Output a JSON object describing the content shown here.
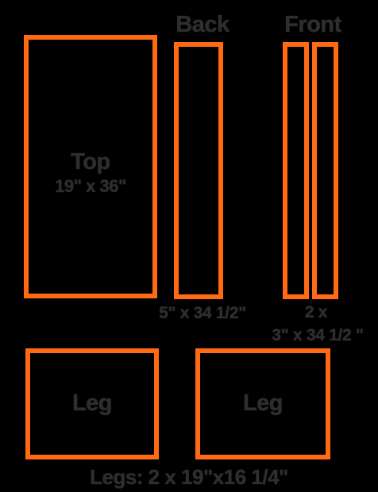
{
  "colors": {
    "background": "#000000",
    "panel_outline": "#ff6a13",
    "label_text": "#2e2e2e"
  },
  "panels": {
    "top": {
      "name": "Top",
      "size": "19\" x 36\""
    },
    "back": {
      "header": "Back",
      "size": "5\" x 34 1/2\""
    },
    "front": {
      "header": "Front",
      "count": "2 x",
      "size": "3\" x 34 1/2 \""
    },
    "leg_left": {
      "name": "Leg"
    },
    "leg_right": {
      "name": "Leg"
    },
    "legs_caption": "Legs: 2 x 19\"x16 1/4\""
  }
}
